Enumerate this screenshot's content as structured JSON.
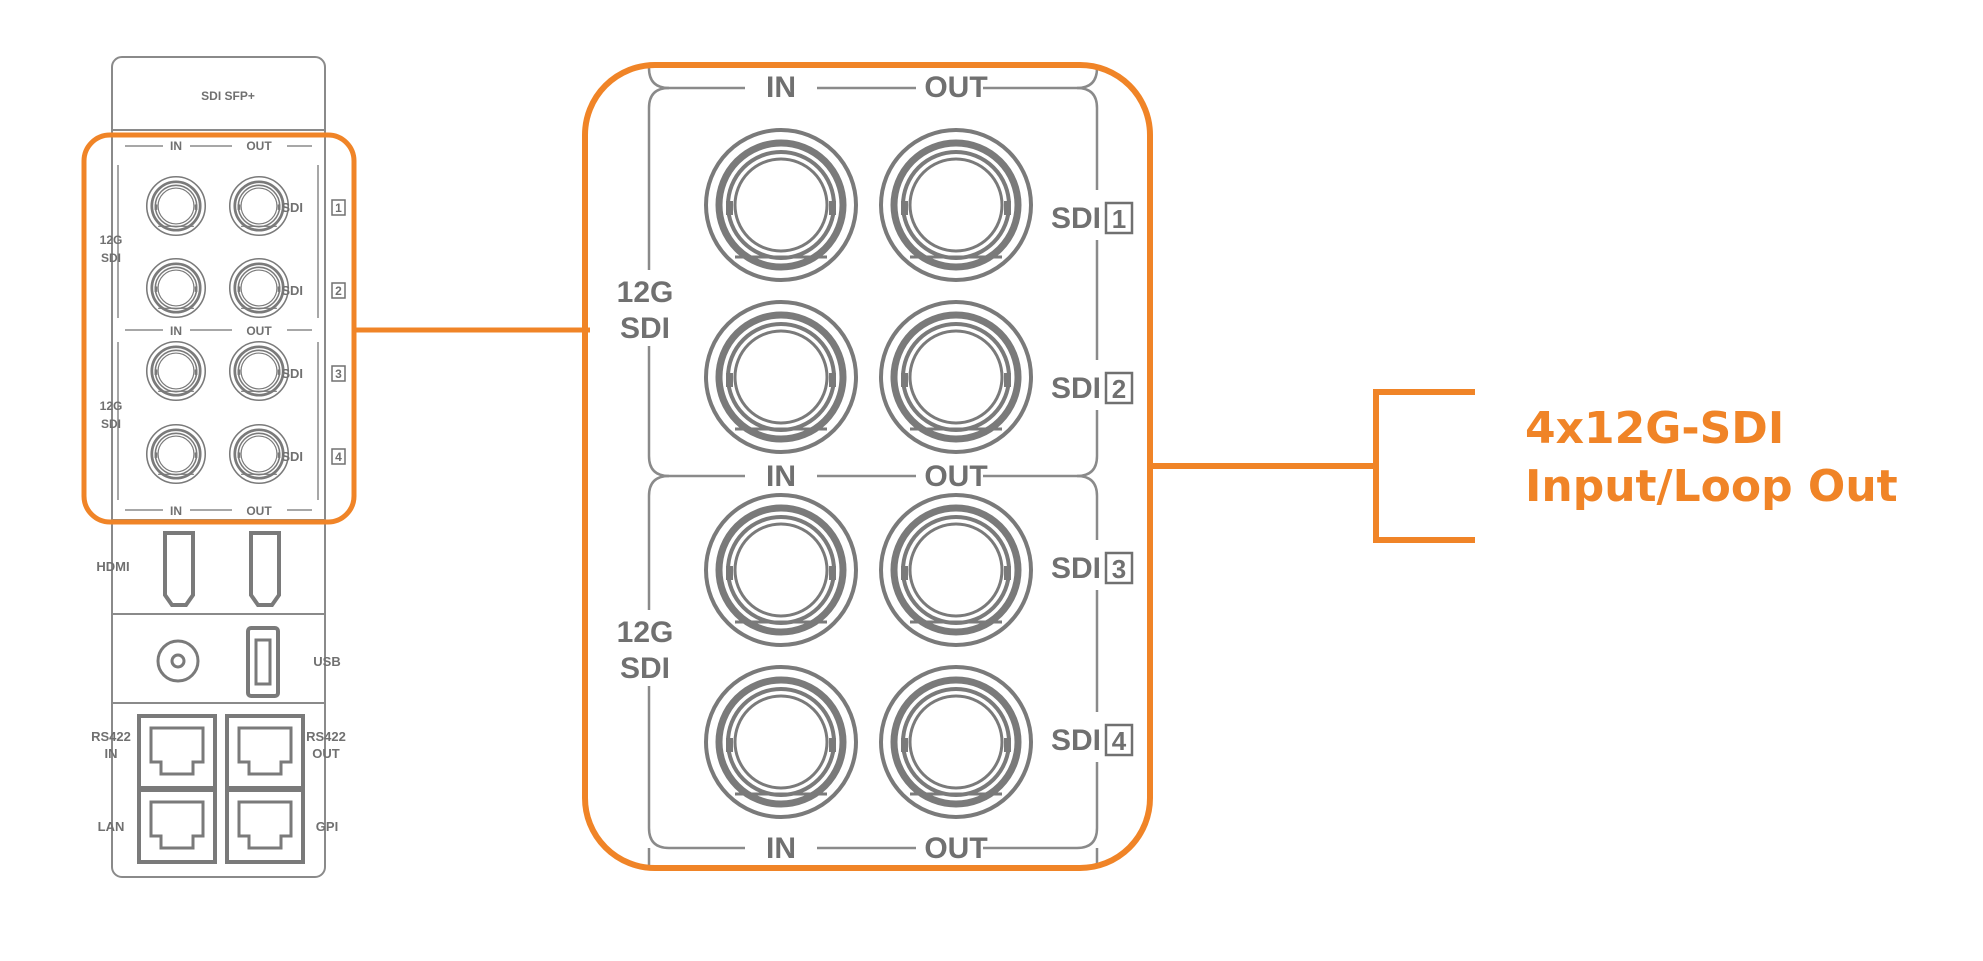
{
  "colors": {
    "accent": "#f08427",
    "line": "#8a8a8a",
    "connector": "#7a7a7a"
  },
  "panel": {
    "sfp_label": "SDI  SFP+",
    "in": "IN",
    "out": "OUT",
    "group_label_line1": "12G",
    "group_label_line2": "SDI",
    "sdi_prefix": "SDI",
    "ports": [
      "1",
      "2",
      "3",
      "4"
    ],
    "hdmi": "HDMI",
    "usb": "USB",
    "rs422_in_line1": "RS422",
    "rs422_in_line2": "IN",
    "rs422_out_line1": "RS422",
    "rs422_out_line2": "OUT",
    "lan": "LAN",
    "gpi": "GPI"
  },
  "zoom": {
    "in": "IN",
    "out": "OUT",
    "group_label_line1": "12G",
    "group_label_line2": "SDI",
    "sdi_prefix": "SDI",
    "ports": [
      "1",
      "2",
      "3",
      "4"
    ]
  },
  "callout": {
    "line1": "4x12G-SDI",
    "line2": "Input/Loop Out"
  }
}
